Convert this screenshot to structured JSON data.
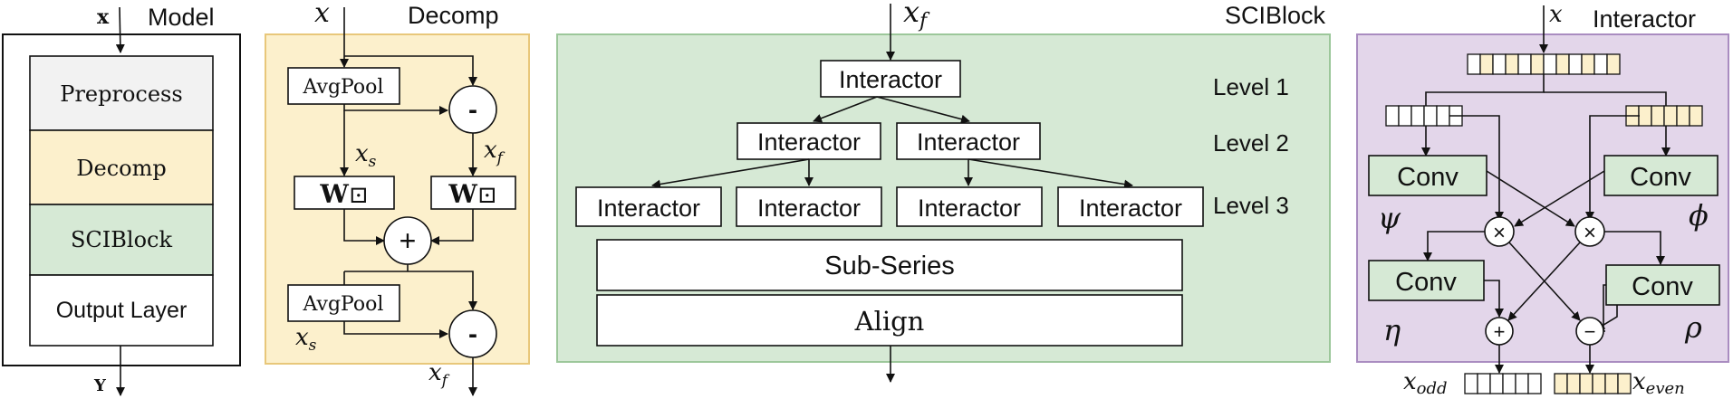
{
  "model": {
    "input": "x",
    "title": "Model",
    "output": "Y",
    "layers": [
      "Preprocess",
      "Decomp",
      "SCIBlock",
      "Output Layer"
    ],
    "colors": {
      "preprocess": "#f2f2f2",
      "decomp": "#fcf0cc",
      "sciblock": "#d6e9d5",
      "output": "#ffffff"
    }
  },
  "decomp": {
    "title": "Decomp",
    "input": "x",
    "avgpool": "AvgPool",
    "minus": "-",
    "plus": "+",
    "w_label": "W",
    "w_op": "⊡",
    "xs": "x",
    "xs_sub": "s",
    "xf": "x",
    "xf_sub": "f",
    "bg": "#fcf0cc",
    "border": "#e8c77a"
  },
  "sciblock": {
    "title": "SCIBlock",
    "input": "x",
    "input_sub": "f",
    "interactor": "Interactor",
    "levels": [
      "Level 1",
      "Level 2",
      "Level 3"
    ],
    "sub_series": "Sub-Series",
    "align": "Align",
    "bg": "#d6e9d5",
    "border": "#9cc79a"
  },
  "interactor": {
    "title": "Interactor",
    "input": "x",
    "conv": "Conv",
    "psi": "ψ",
    "phi": "ϕ",
    "eta": "η",
    "rho": "ρ",
    "times": "×",
    "plus": "+",
    "minus": "−",
    "x_odd": "x",
    "x_odd_sub": "odd",
    "x_even": "x",
    "x_even_sub": "even",
    "bg": "#e3d6ea",
    "border": "#a98cc0",
    "cell_fill": "#fcf0cc"
  }
}
